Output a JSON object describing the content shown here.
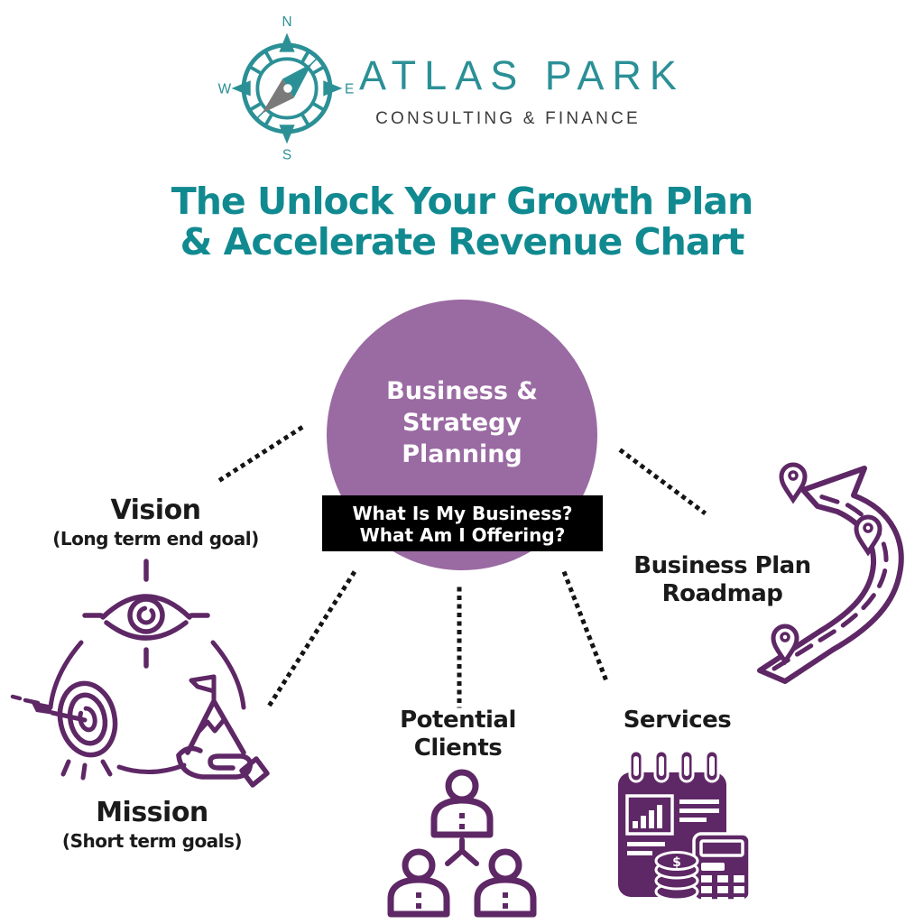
{
  "logo": {
    "brand": "ATLAS PARK",
    "tagline": "CONSULTING & FINANCE",
    "compass": {
      "north": "N",
      "east": "E",
      "south": "S",
      "west": "W"
    }
  },
  "title": {
    "line1": "The Unlock Your Growth Plan",
    "line2": "& Accelerate Revenue Chart"
  },
  "center": {
    "circle": {
      "line1": "Business &",
      "line2": "Strategy",
      "line3": "Planning"
    },
    "banner": {
      "line1": "What Is My Business?",
      "line2": "What Am I Offering?"
    }
  },
  "nodes": {
    "vision": {
      "label": "Vision",
      "sublabel": "(Long term end goal)"
    },
    "mission": {
      "label": "Mission",
      "sublabel": "(Short term goals)"
    },
    "roadmap": {
      "line1": "Business Plan",
      "line2": "Roadmap"
    },
    "clients": {
      "line1": "Potential",
      "line2": "Clients"
    },
    "services": {
      "label": "Services"
    }
  },
  "icons": {
    "coin_symbol": "$"
  },
  "colors": {
    "teal_logo": "#2B9096",
    "teal_title": "#108A90",
    "circle_purple": "#9A6AA2",
    "icon_purple": "#5E2765",
    "banner_black": "#000000",
    "text_black": "#1A1A1A",
    "tagline_gray": "#3C3C3C",
    "dot_black": "#151515"
  }
}
